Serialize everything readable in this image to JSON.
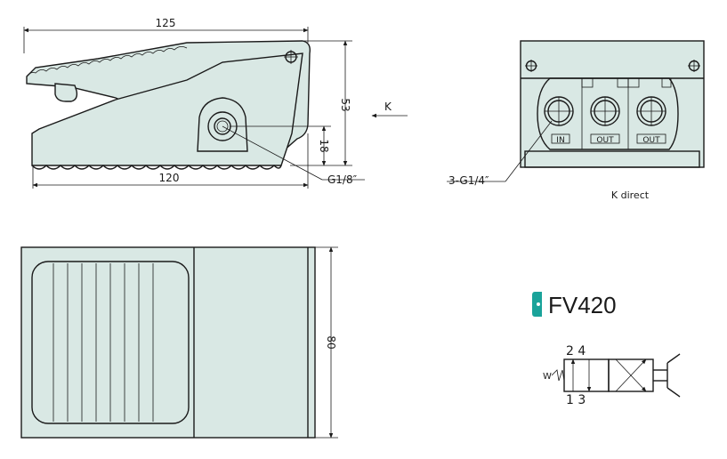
{
  "side_view": {
    "dim_total_length": "125",
    "dim_base_length": "120",
    "dim_height": "53",
    "dim_port_height": "18",
    "port_label": "G1/8″",
    "view_arrow_label": "K"
  },
  "end_view": {
    "ports_label": "3-G1/4″",
    "port_tags": [
      "IN",
      "OUT",
      "OUT"
    ],
    "caption": "K direct"
  },
  "top_view": {
    "dim_width": "80"
  },
  "model": {
    "name": "FV420",
    "accent_color": "#1aa39a"
  },
  "symbol": {
    "top_ports": "2 4",
    "bottom_ports": "1 3",
    "spring_mark": "W"
  },
  "colors": {
    "body_fill": "#d9e8e4",
    "line": "#1a1a1a"
  }
}
